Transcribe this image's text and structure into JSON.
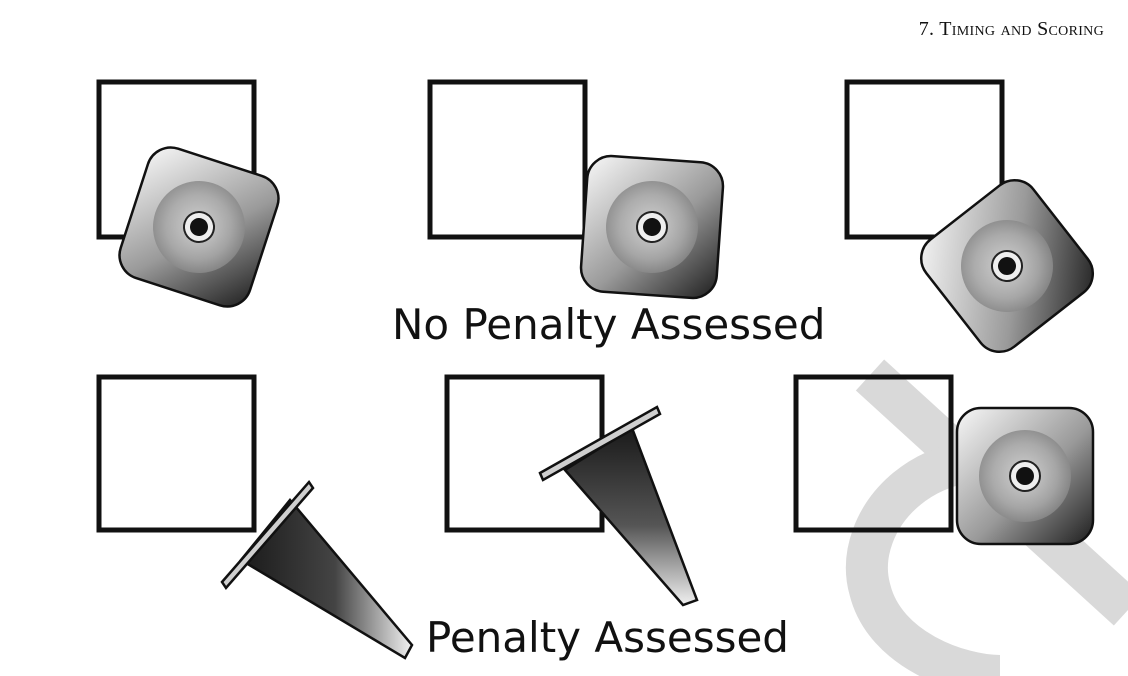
{
  "header": {
    "text": "7. Timing and Scoring"
  },
  "captions": {
    "no_penalty": "No Penalty Assessed",
    "penalty": "Penalty Assessed"
  },
  "colors": {
    "stroke": "#111111",
    "watermark": "#d9d9d9",
    "marker_light": "#f6f6f6",
    "marker_dark": "#202020"
  },
  "icons": {
    "box": "square-outline-icon",
    "standing_marker": "pylon-base-icon",
    "knocked_marker": "fallen-cone-icon",
    "watermark": "watermark-letter-shape"
  }
}
